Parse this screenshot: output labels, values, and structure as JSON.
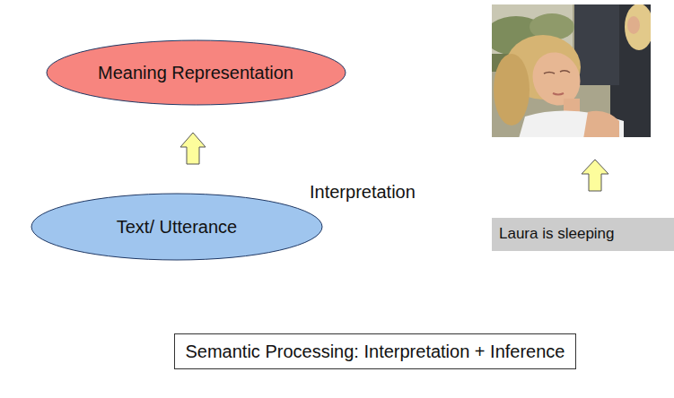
{
  "diagram": {
    "nodes": [
      {
        "text": [
          "Meaning Representation"
        ]
      },
      {
        "text": [
          "Text/ Utterance"
        ]
      },
      {
        "text": [
          "Laura is sleeping"
        ]
      },
      {
        "text": [
          "Semantic Processing: Interpretation + Inference"
        ]
      }
    ],
    "edges": [
      {
        "from": 1,
        "to": 0,
        "arrow": "to"
      }
    ],
    "labels": [
      "Interpretation"
    ]
  }
}
